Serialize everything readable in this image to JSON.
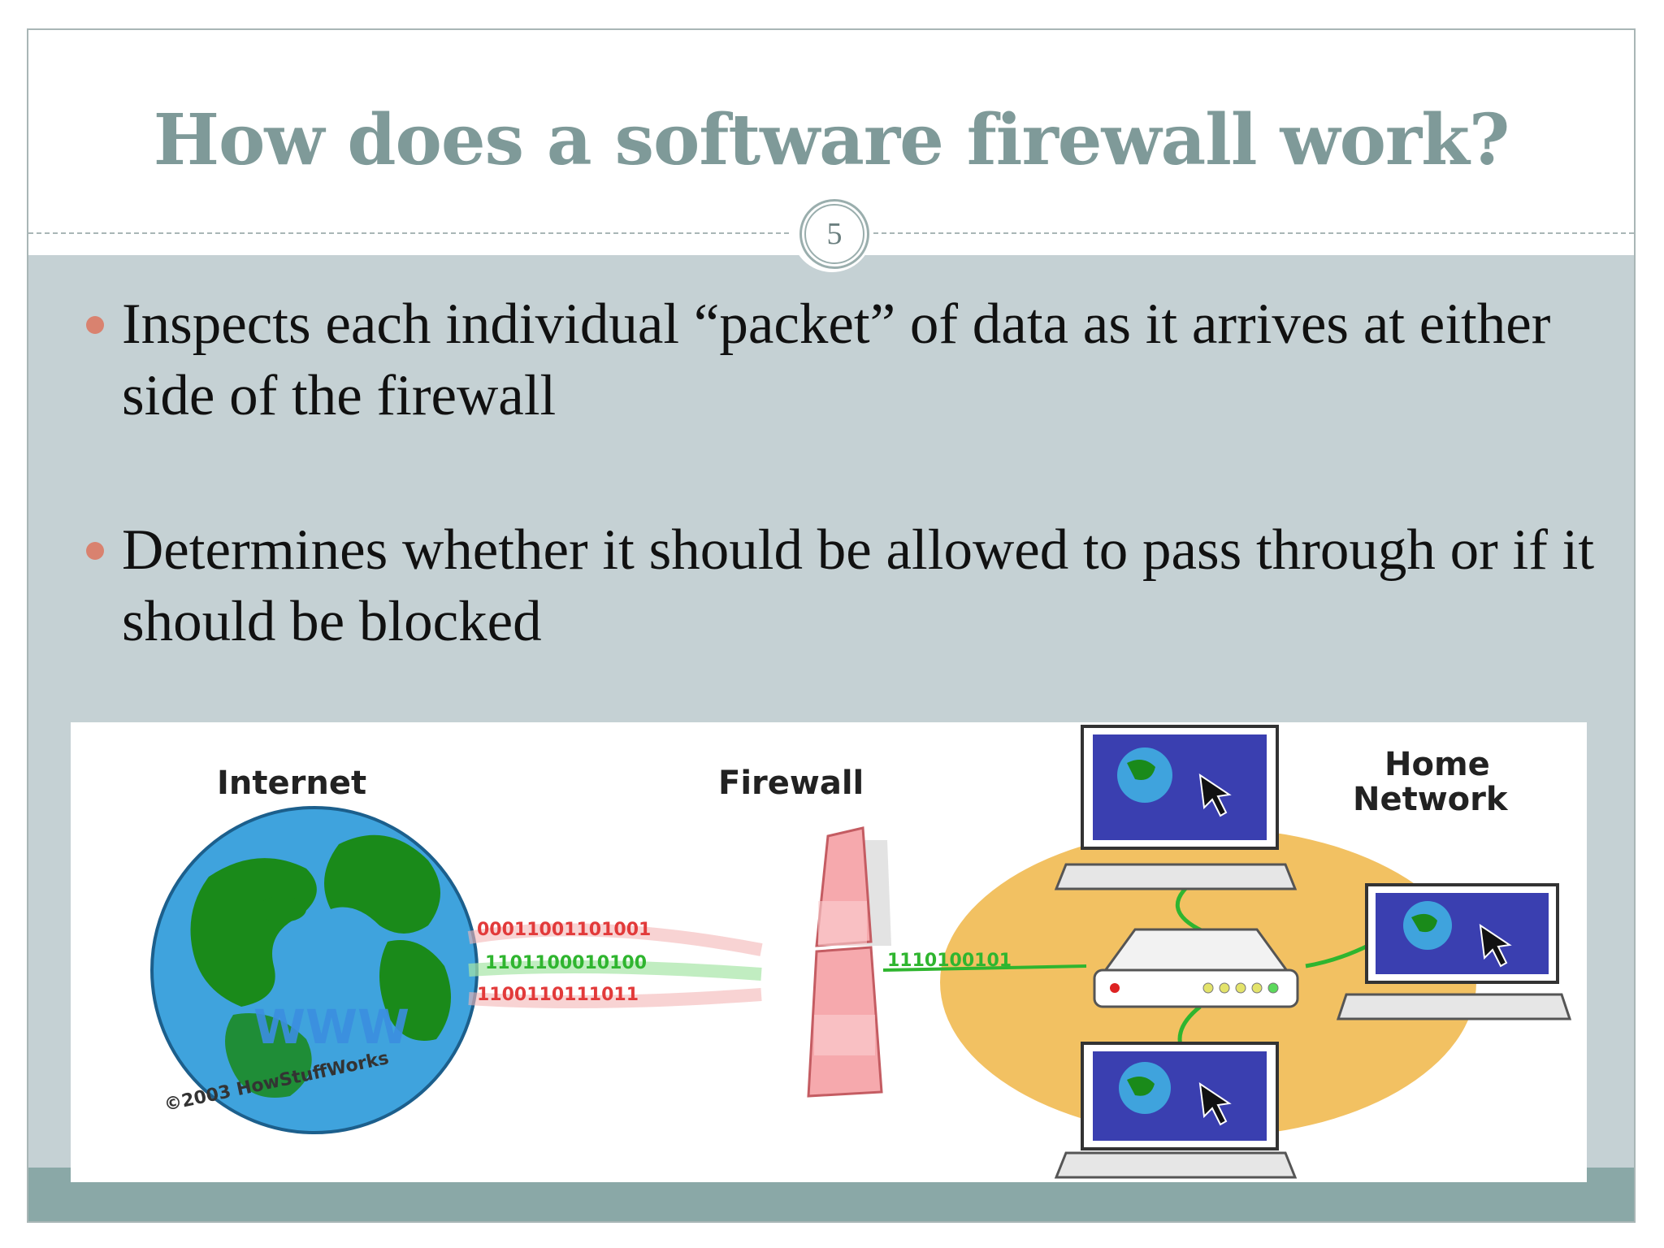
{
  "slide": {
    "title": "How does a software firewall work?",
    "number": "5",
    "bullets": [
      "Inspects each individual “packet” of data as it arrives at either side of the firewall",
      "Determines whether it should be allowed to pass through or if it should be blocked"
    ]
  },
  "diagram": {
    "internet_label": "Internet",
    "firewall_label": "Firewall",
    "home_label_line1": "Home",
    "home_label_line2": "Network",
    "www_label": "WWW",
    "copyright": "©2003 HowStuffWorks",
    "bits_red_1": "00011001101001",
    "bits_green": "1101100010100",
    "bits_red_2": "1100110111011",
    "bits_inside": "1110100101",
    "colors": {
      "title": "#7f9a99",
      "panel": "#c5d1d4",
      "footer": "#8aa8a7",
      "bullet_dot": "#d9826f",
      "home_network_blob": "#f2c162",
      "firewall_pink": "#f6a9ad",
      "packet_red": "#e23a3a",
      "packet_green": "#2fb52f",
      "globe_ocean": "#3fa3dd",
      "globe_land": "#1a8a1a",
      "monitor_screen": "#3a3fb0"
    }
  }
}
